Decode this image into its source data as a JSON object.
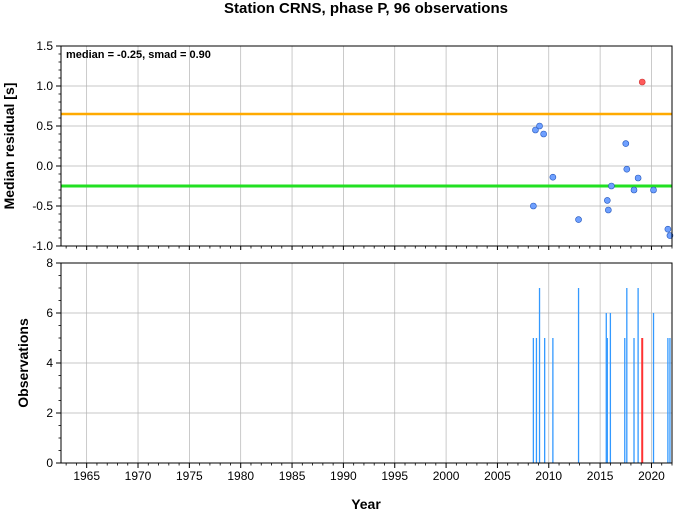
{
  "chart_data": {
    "type": "scatter",
    "title": "Station CRNS, phase P, 96 observations",
    "xlabel": "Year",
    "xlim": [
      1962.5,
      2022
    ],
    "x_ticks": [
      1965,
      1970,
      1975,
      1980,
      1985,
      1990,
      1995,
      2000,
      2005,
      2010,
      2015,
      2020
    ],
    "grid": true,
    "colors": {
      "point": "#6fa0ff",
      "outlier": "#ff5a5a",
      "median_line": "#22e022",
      "smad_line": "#ffaa00",
      "bar": "#3399ff",
      "bar_outlier": "#ff3333"
    },
    "top_panel": {
      "ylabel": "Median residual [s]",
      "ylim": [
        -1.0,
        1.5
      ],
      "y_ticks": [
        "1.5",
        "1.0",
        "0.5",
        "0.0",
        "-0.5",
        "-1.0"
      ],
      "annotation": "median = -0.25, smad = 0.90",
      "median": -0.25,
      "upper_line": 0.65,
      "points": [
        {
          "x": 2008.5,
          "y": -0.5
        },
        {
          "x": 2008.7,
          "y": 0.45
        },
        {
          "x": 2009.1,
          "y": 0.5
        },
        {
          "x": 2009.5,
          "y": 0.4
        },
        {
          "x": 2010.4,
          "y": -0.14
        },
        {
          "x": 2012.9,
          "y": -0.67
        },
        {
          "x": 2015.7,
          "y": -0.43
        },
        {
          "x": 2015.8,
          "y": -0.55
        },
        {
          "x": 2016.1,
          "y": -0.25
        },
        {
          "x": 2017.5,
          "y": 0.28
        },
        {
          "x": 2017.6,
          "y": -0.04
        },
        {
          "x": 2018.3,
          "y": -0.3
        },
        {
          "x": 2018.7,
          "y": -0.15
        },
        {
          "x": 2019.1,
          "y": 1.05,
          "outlier": true
        },
        {
          "x": 2020.2,
          "y": -0.3
        },
        {
          "x": 2021.6,
          "y": -0.79
        },
        {
          "x": 2021.8,
          "y": -0.87
        }
      ]
    },
    "bottom_panel": {
      "type": "bar",
      "ylabel": "Observations",
      "ylim": [
        0,
        8
      ],
      "y_ticks": [
        "8",
        "6",
        "4",
        "2",
        "0"
      ],
      "bars": [
        {
          "x": 2008.5,
          "value": 5
        },
        {
          "x": 2008.8,
          "value": 5
        },
        {
          "x": 2009.1,
          "value": 7
        },
        {
          "x": 2009.6,
          "value": 5
        },
        {
          "x": 2010.4,
          "value": 5
        },
        {
          "x": 2012.9,
          "value": 7
        },
        {
          "x": 2015.6,
          "value": 6
        },
        {
          "x": 2015.7,
          "value": 5
        },
        {
          "x": 2016.0,
          "value": 6
        },
        {
          "x": 2017.4,
          "value": 5
        },
        {
          "x": 2017.6,
          "value": 7
        },
        {
          "x": 2018.3,
          "value": 5
        },
        {
          "x": 2018.7,
          "value": 7
        },
        {
          "x": 2019.1,
          "value": 5,
          "outlier": true
        },
        {
          "x": 2020.2,
          "value": 6
        },
        {
          "x": 2021.6,
          "value": 5
        },
        {
          "x": 2021.8,
          "value": 5
        }
      ]
    }
  }
}
